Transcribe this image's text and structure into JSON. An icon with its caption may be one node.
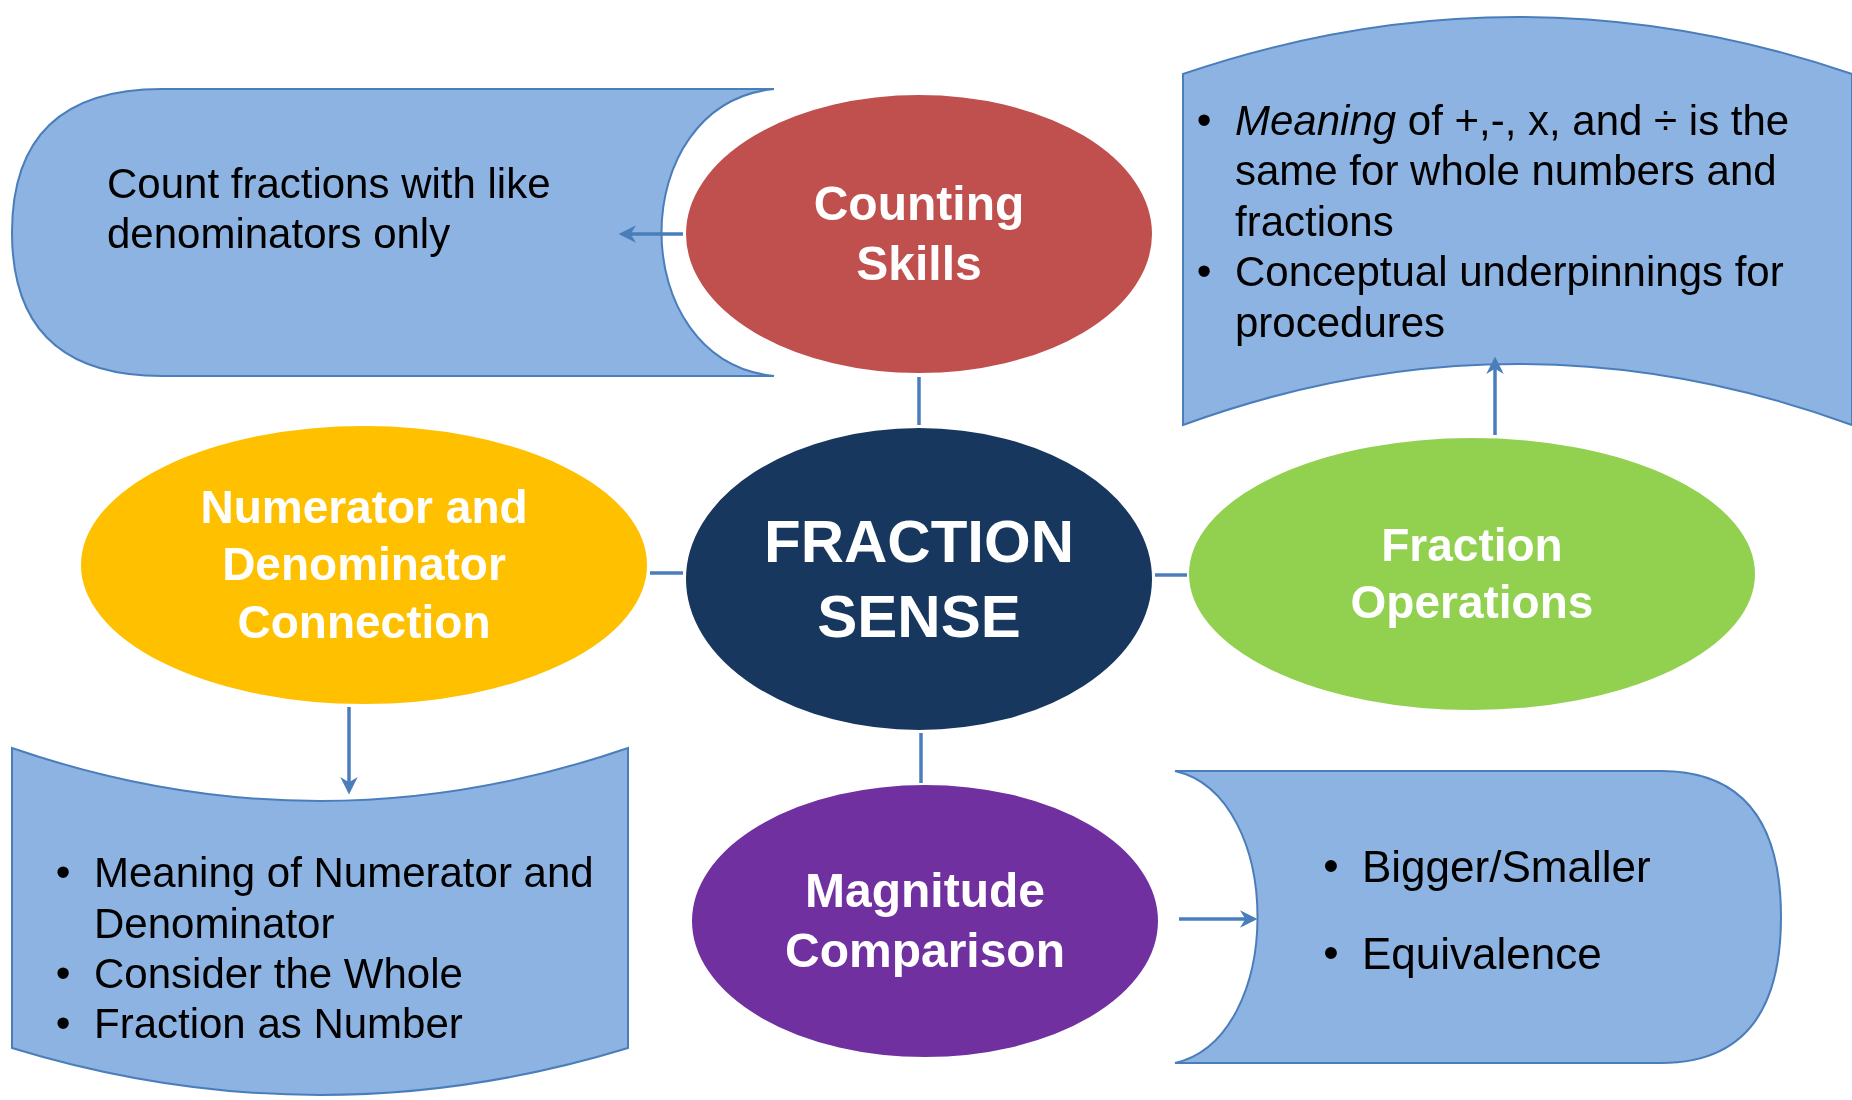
{
  "diagram": {
    "nodes": [
      {
        "text": [
          "FRACTION SENSE"
        ]
      },
      {
        "text": [
          "Counting Skills"
        ]
      },
      {
        "text": [
          "Count fractions with like denominators only"
        ]
      },
      {
        "text": [
          "Numerator and Denominator Connection"
        ]
      },
      {
        "text": [
          "•",
          "Meaning of Numerator and Denominator",
          "•",
          "Consider the Whole",
          "•",
          "Fraction as Number"
        ]
      },
      {
        "text": [
          "Fraction Operations"
        ]
      },
      {
        "text": [
          "•",
          "*Meaning* of +,-, x, and ÷ is the same for whole numbers and fractions",
          "•",
          "Conceptual underpinnings for procedures"
        ]
      },
      {
        "text": [
          "Magnitude Comparison"
        ]
      },
      {
        "text": [
          "•",
          "Bigger/Smaller",
          "•",
          "Equivalence"
        ]
      }
    ],
    "edges": [
      {
        "from": 1,
        "to": 2,
        "arrow": "to"
      },
      {
        "from": 0,
        "to": 1,
        "arrow": "none"
      },
      {
        "from": 0,
        "to": 3,
        "arrow": "none"
      },
      {
        "from": 0,
        "to": 5,
        "arrow": "none"
      },
      {
        "from": 0,
        "to": 7,
        "arrow": "none"
      },
      {
        "from": 3,
        "to": 4,
        "arrow": "to"
      },
      {
        "from": 5,
        "to": 6,
        "arrow": "to"
      },
      {
        "from": 7,
        "to": 8,
        "arrow": "to"
      }
    ]
  }
}
